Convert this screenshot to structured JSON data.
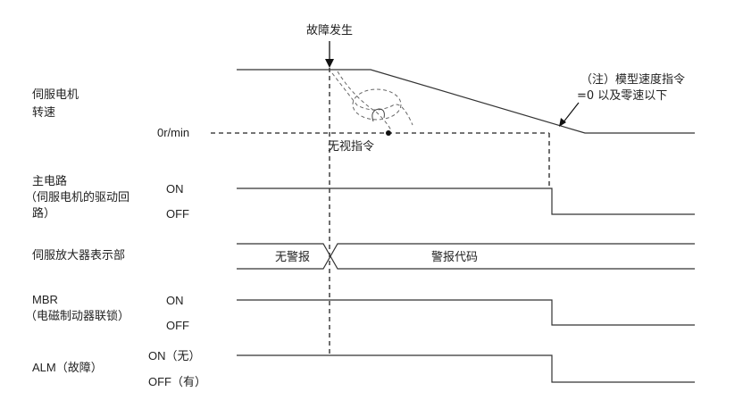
{
  "annotations": {
    "fault_occurrence": "故障发生",
    "note_line1": "（注）模型速度指令",
    "note_line2": "=0 以及零速以下",
    "ignore_command": "无视指令",
    "zero_speed": "0r/min"
  },
  "rows": {
    "motor_speed": {
      "label_line1": "伺服电机",
      "label_line2": "转速"
    },
    "main_circuit": {
      "label_line1": "主电路",
      "label_line2": "（伺服电机的驱动回",
      "label_line3": "路）",
      "on": "ON",
      "off": "OFF"
    },
    "display": {
      "label": "伺服放大器表示部",
      "no_alarm": "无警报",
      "alarm_code": "警报代码"
    },
    "mbr": {
      "label_line1": "MBR",
      "label_line2": "（电磁制动器联锁）",
      "on": "ON",
      "off": "OFF"
    },
    "alm": {
      "label": "ALM（故障）",
      "on": "ON（无）",
      "off": "OFF（有）"
    }
  },
  "colors": {
    "signal": "#333333",
    "text": "#222222",
    "background": "#ffffff"
  }
}
